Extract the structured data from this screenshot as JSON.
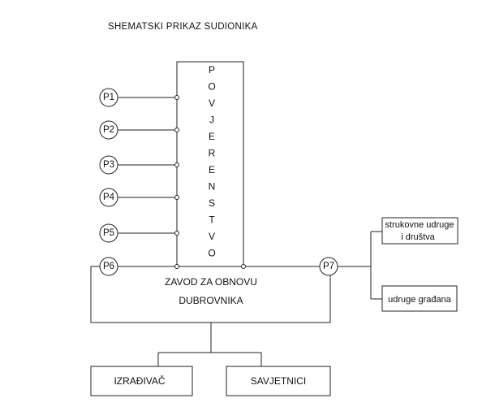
{
  "title": "SHEMATSKI  PRIKAZ  SUDIONIKA",
  "povjerenstvo_letters": [
    "P",
    "O",
    "V",
    "J",
    "E",
    "R",
    "E",
    "N",
    "S",
    "T",
    "V",
    "O"
  ],
  "participants": [
    "P1",
    "P2",
    "P3",
    "P4",
    "P5",
    "P6",
    "P7"
  ],
  "zavod": {
    "line1": "ZAVOD  ZA  OBNOVU",
    "line2": "DUBROVNIKA"
  },
  "izradivac": "IZRAĐIVAČ",
  "savjetnici": "SAVJETNICI",
  "strukovne": {
    "line1": "strukovne udruge",
    "line2": "i društva"
  },
  "udruge_gradana": "udruge građana"
}
